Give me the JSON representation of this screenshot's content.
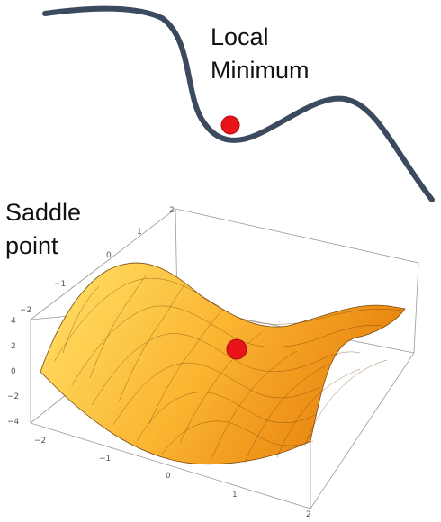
{
  "local_minimum": {
    "label_line1": "Local",
    "label_line2": "Minimum"
  },
  "saddle_point": {
    "label_line1": "Saddle",
    "label_line2": "point"
  },
  "axes": {
    "vertical_ticks": [
      "4",
      "2",
      "0",
      "−2",
      "−4"
    ],
    "front_ticks": [
      "−2",
      "−1",
      "0",
      "1",
      "2"
    ],
    "depth_ticks": [
      "−2",
      "−1",
      "0",
      "1",
      "2"
    ]
  },
  "colors": {
    "curve": "#3b4a5e",
    "marker": "#e8141a",
    "surface_light": "#ffe26a",
    "surface_dark": "#f08a10"
  }
}
